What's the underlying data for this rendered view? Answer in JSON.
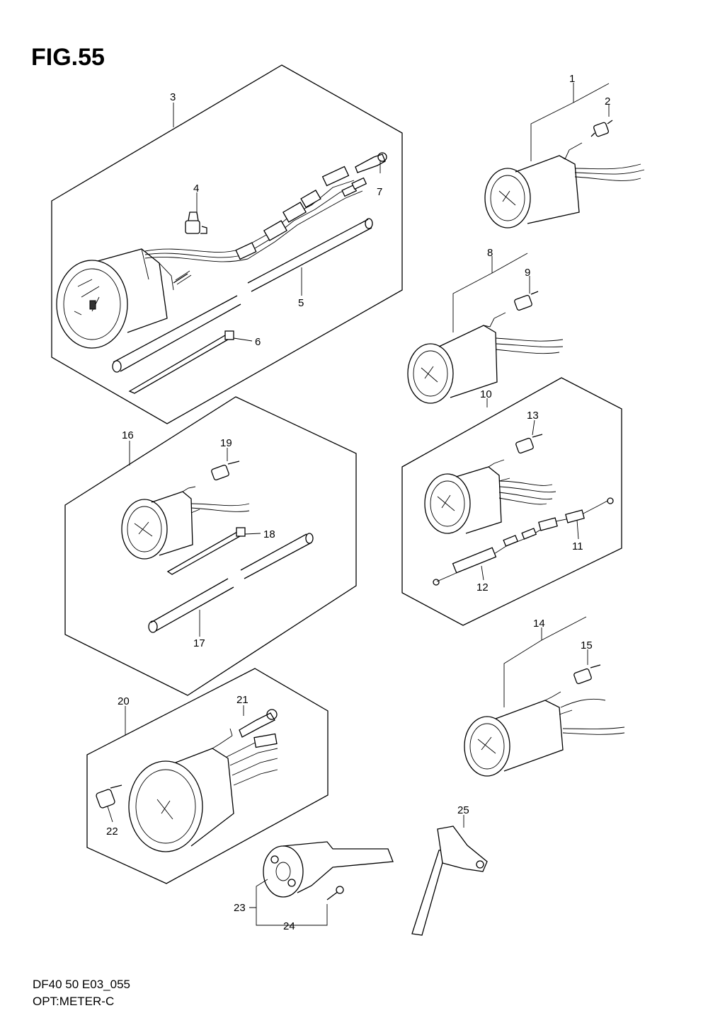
{
  "figure": {
    "title": "FIG.55",
    "footer_line1": "DF40 50 E03_055",
    "footer_line2": "OPT:METER-C"
  },
  "callouts": [
    "1",
    "2",
    "3",
    "4",
    "5",
    "6",
    "7",
    "8",
    "9",
    "10",
    "11",
    "12",
    "13",
    "14",
    "15",
    "16",
    "17",
    "18",
    "19",
    "20",
    "21",
    "22",
    "23",
    "24",
    "25"
  ]
}
